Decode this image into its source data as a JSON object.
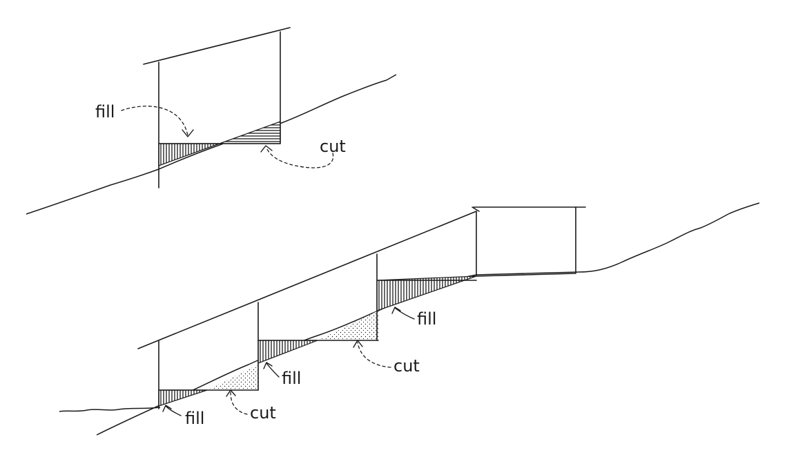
{
  "diagram": {
    "top_section": {
      "labels": {
        "fill": "fill",
        "cut": "cut"
      }
    },
    "bottom_section": {
      "labels": {
        "fill_1": "fill",
        "cut_1": "cut",
        "fill_2": "fill",
        "cut_2": "cut",
        "fill_3": "fill"
      }
    }
  }
}
